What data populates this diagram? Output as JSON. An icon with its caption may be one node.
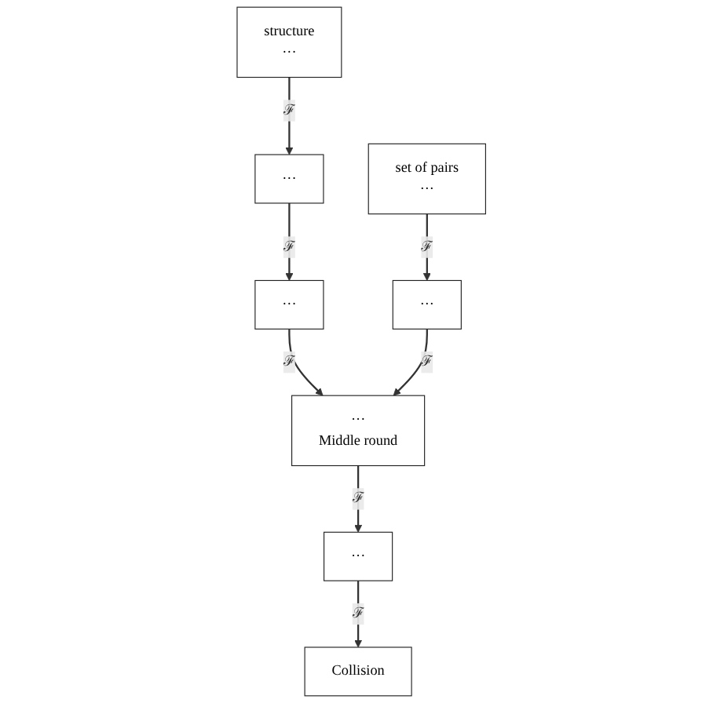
{
  "diagram": {
    "nodes": [
      {
        "text": [
          "structure",
          "···"
        ]
      },
      {
        "text": [
          "set of pairs",
          "···"
        ]
      },
      {
        "text": [
          "···"
        ]
      },
      {
        "text": [
          "···"
        ]
      },
      {
        "text": [
          "···"
        ]
      },
      {
        "text": [
          "···",
          "Middle round"
        ]
      },
      {
        "text": [
          "···"
        ]
      },
      {
        "text": [
          "Collision"
        ]
      }
    ],
    "edges": [
      {
        "from": 0,
        "to": 2,
        "arrow": "to",
        "label": "ℱ"
      },
      {
        "from": 2,
        "to": 3,
        "arrow": "to",
        "label": "ℱ"
      },
      {
        "from": 3,
        "to": 5,
        "arrow": "to",
        "label": "ℱ"
      },
      {
        "from": 1,
        "to": 4,
        "arrow": "to",
        "label": "ℱ"
      },
      {
        "from": 4,
        "to": 5,
        "arrow": "to",
        "label": "ℱ"
      },
      {
        "from": 5,
        "to": 6,
        "arrow": "to",
        "label": "ℱ"
      },
      {
        "from": 6,
        "to": 7,
        "arrow": "to",
        "label": "ℱ"
      }
    ]
  }
}
